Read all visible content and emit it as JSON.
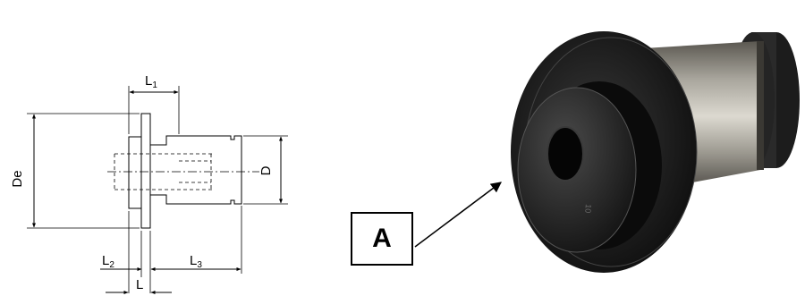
{
  "drawing": {
    "labels": {
      "De": "De",
      "D": "D",
      "L": "L",
      "L1_base": "L",
      "L1_sub": "1",
      "L2_base": "L",
      "L2_sub": "2",
      "L3_base": "L",
      "L3_sub": "3"
    }
  },
  "callout": {
    "label": "A"
  },
  "photo": {
    "part_marking": "10"
  },
  "colors": {
    "line": "#000000",
    "flange": "#1a1a1a",
    "body_light": "#c9c6bd",
    "body_dark": "#55524c"
  }
}
